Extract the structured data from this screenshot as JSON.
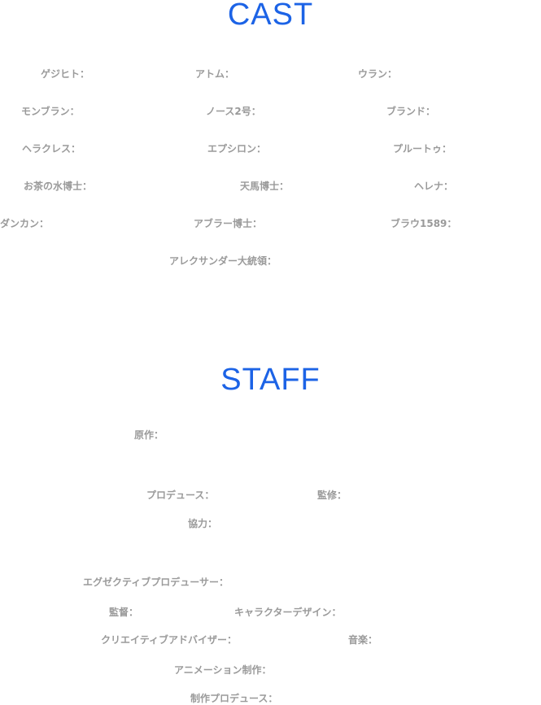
{
  "cast": {
    "title": "CAST",
    "roles": [
      "ゲジヒト：",
      "アトム：",
      "ウラン：",
      "モンブラン：",
      "ノース2号：",
      "ブランド：",
      "ヘラクレス：",
      "エプシロン：",
      "プルートゥ：",
      "お茶の水博士：",
      "天馬博士：",
      "ヘレナ：",
      "ダンカン：",
      "アブラー博士：",
      "ブラウ1589：",
      "アレクサンダー大統領："
    ]
  },
  "staff": {
    "title": "STAFF",
    "roles": [
      "原作：",
      "プロデュース：",
      "監修：",
      "協力：",
      "エグゼクティブプロデューサー：",
      "監督：",
      "キャラクターデザイン：",
      "クリエイティブアドバイザー：",
      "音楽：",
      "アニメーション制作：",
      "制作プロデュース："
    ]
  }
}
